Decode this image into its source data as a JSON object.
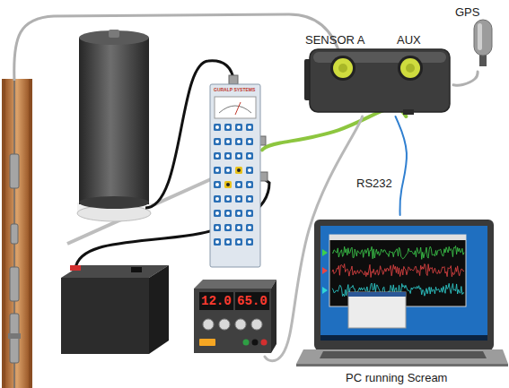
{
  "diagram": {
    "nodes": [
      {
        "text": [
          "SENSOR A",
          "AUX"
        ]
      },
      {
        "text": [
          "GPS"
        ]
      },
      {
        "text": [
          "GURALP SYSTEMS"
        ]
      },
      {
        "text": [
          "12.0",
          "65.0"
        ]
      },
      {
        "text": [
          "PC running Scream"
        ]
      }
    ],
    "edges": [
      {
        "from": 0,
        "to": 1,
        "arrow": "none"
      },
      {
        "from": 2,
        "to": 0,
        "arrow": "none"
      },
      {
        "from": 0,
        "to": 4,
        "label": "RS232",
        "arrow": "none"
      },
      {
        "from": 3,
        "to": 0,
        "arrow": "none"
      }
    ]
  }
}
